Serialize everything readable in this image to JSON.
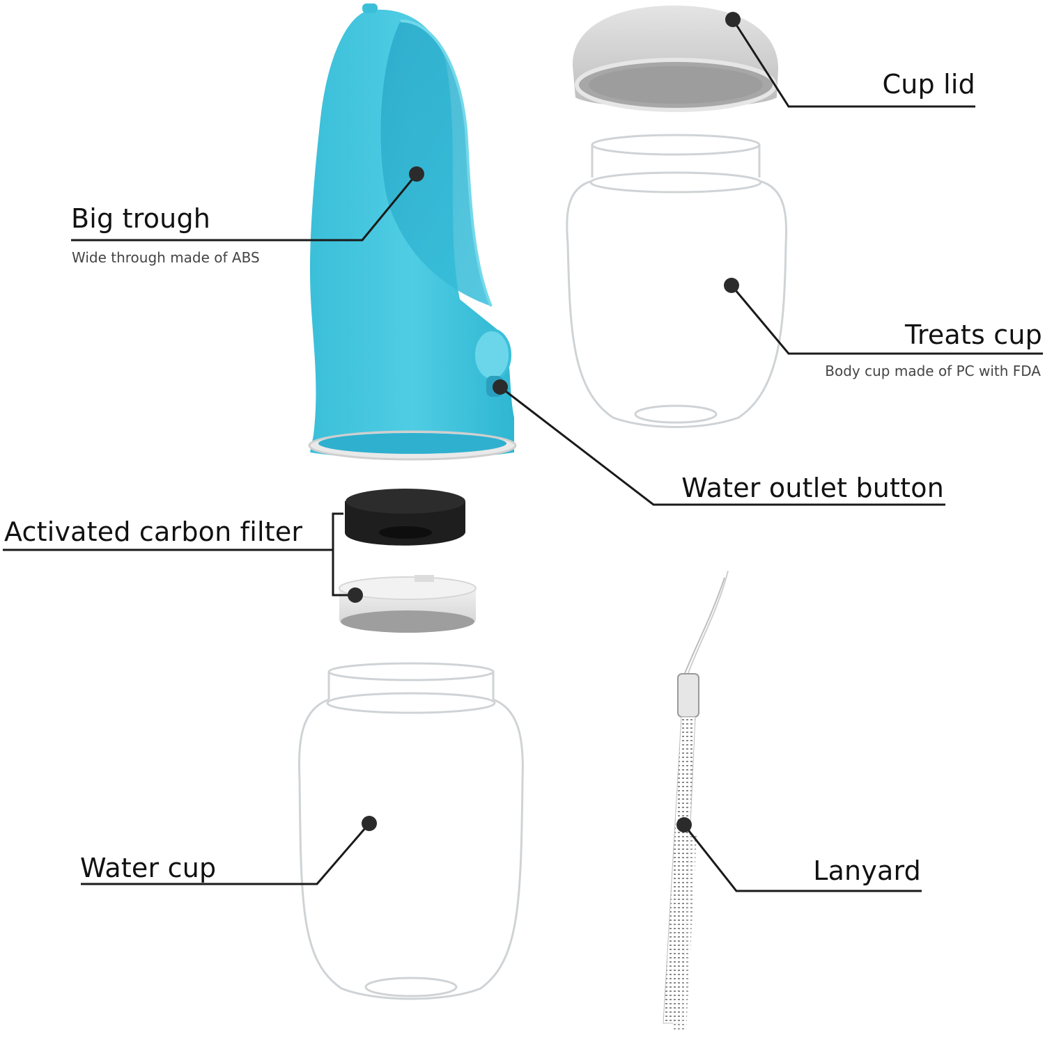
{
  "diagram": {
    "type": "exploded product parts diagram",
    "product": "portable pet water bottle",
    "colors": {
      "trough_blue": "#3ec3dc",
      "trough_blue_dark": "#2aaecb",
      "callout_line": "#1a1a1a",
      "callout_dot": "#2b2b2b",
      "lid_gray": "#c9c9c9",
      "filter_black": "#1c1c1c",
      "text_primary": "#111111",
      "text_secondary": "#444444"
    },
    "parts": [
      {
        "id": "big-trough",
        "label": "Big trough",
        "description": "Wide through made of ABS"
      },
      {
        "id": "cup-lid",
        "label": "Cup lid"
      },
      {
        "id": "treats-cup",
        "label": "Treats cup",
        "description": "Body cup made of PC with FDA"
      },
      {
        "id": "water-outlet-button",
        "label": "Water outlet button"
      },
      {
        "id": "activated-carbon-filter",
        "label": "Activated carbon filter"
      },
      {
        "id": "water-cup",
        "label": "Water cup"
      },
      {
        "id": "lanyard",
        "label": "Lanyard"
      }
    ]
  }
}
